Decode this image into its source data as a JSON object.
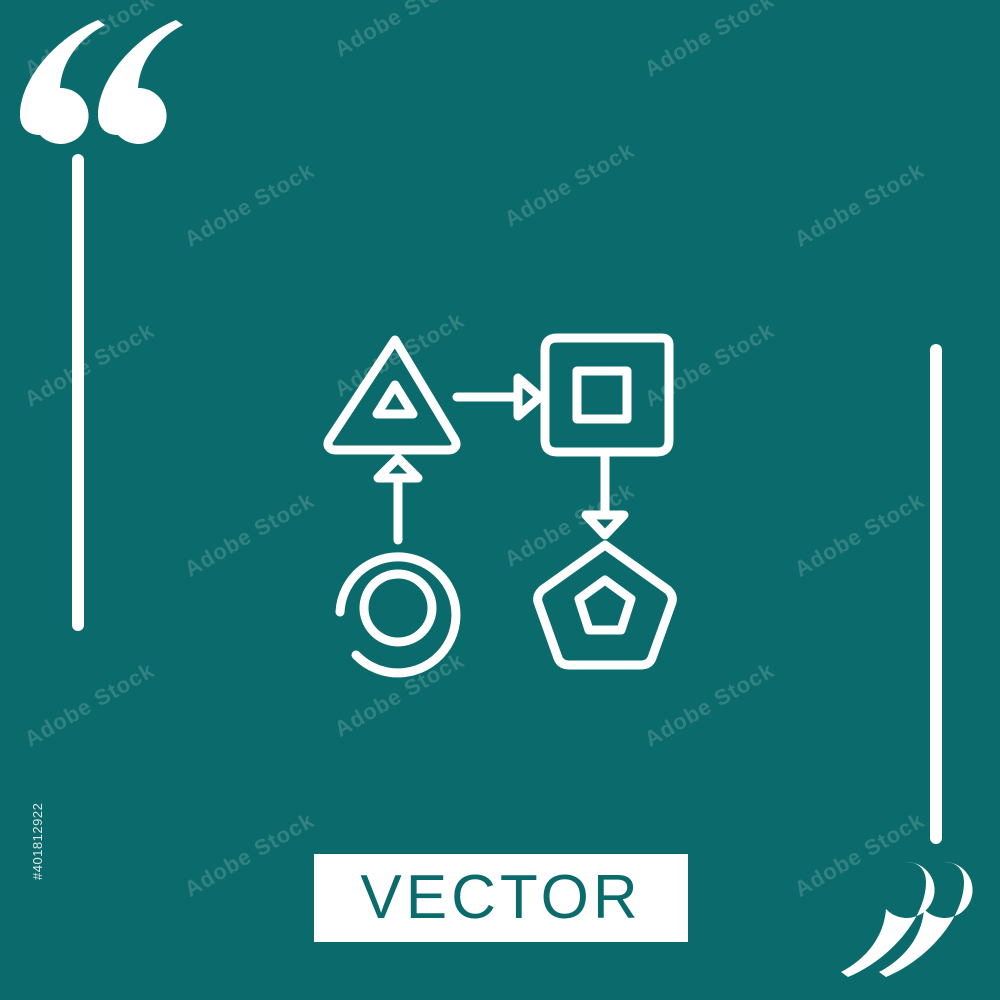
{
  "colors": {
    "background": "#0b6a6b",
    "foreground": "#ffffff"
  },
  "watermark": {
    "text": "Adobe Stock"
  },
  "stock_id": "#401812922",
  "badge": {
    "label": "VECTOR"
  },
  "icons": {
    "open_quote": "left-double-quote-icon",
    "close_quote": "right-double-quote-icon",
    "main": "workflow-shapes-icon"
  }
}
